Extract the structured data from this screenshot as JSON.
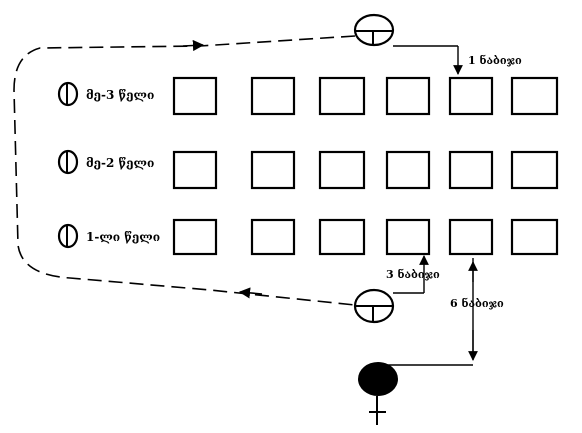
{
  "diagram": {
    "rows": [
      {
        "label": "მე-3 წელი",
        "box_count": 6
      },
      {
        "label": "მე-2 წელი",
        "box_count": 6
      },
      {
        "label": "1-ლი წელი",
        "box_count": 6
      }
    ],
    "step_labels": {
      "top": "1 ნაბიჯი",
      "bottom_short": "3 ნაბიჯი",
      "bottom_long": "6 ნაბიჯი"
    },
    "symbols": {
      "row_marker_icon": "circle-with-vertical-line",
      "observer_icon": "circle-with-t-mark",
      "start_icon": "filled-oval-with-cross-stem"
    },
    "colors": {
      "stroke": "#000000",
      "background": "#ffffff",
      "filled_marker": "#000000"
    }
  }
}
